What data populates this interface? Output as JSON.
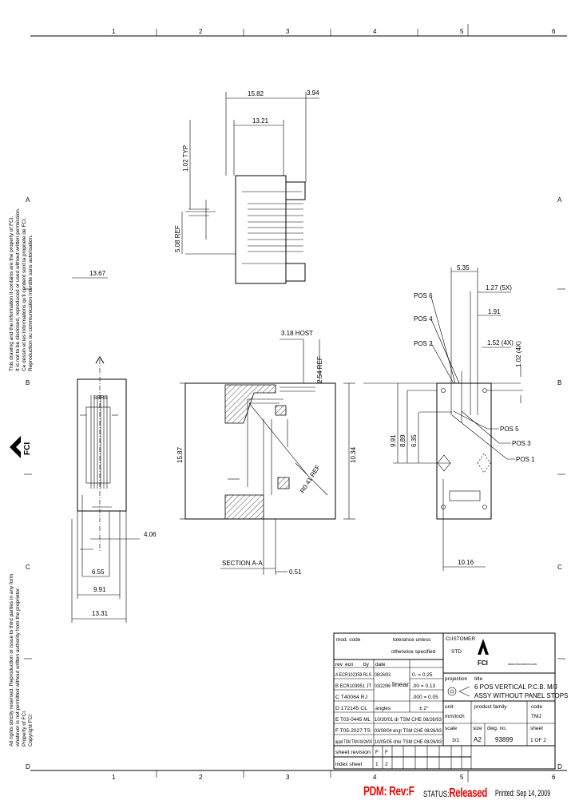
{
  "sheet": {
    "columns": [
      "1",
      "2",
      "3",
      "4",
      "5",
      "6"
    ],
    "rows": [
      "A",
      "B",
      "C",
      "D"
    ]
  },
  "notes": {
    "left_top": [
      "This drawing and the information it contains are the property of FCI.",
      "It is not to be disclosed, reproduced or used without written permission.",
      "Ce dessin et les informations qu'il contient sont la propriete de FCI.",
      "Reproduction ou communication interdite sans autorisation."
    ],
    "left_bottom": [
      "All rights strictly reserved. Reproduction or issue to third parties in any form",
      "whatever is not permitted without written authority from the proprietor.",
      "Property of FCI.",
      "Copyright FCI"
    ],
    "logo_text": "FCI"
  },
  "top_view": {
    "dims": [
      "15.82",
      "3.94",
      "13.21",
      "1.02 TYP",
      "5.08 REF",
      "13.67"
    ]
  },
  "side_view": {
    "label_sbrs": "SBRS",
    "dims": [
      "4.06",
      "6.55",
      "9.91",
      "13.31"
    ]
  },
  "section": {
    "dims": [
      "3.18 HOST",
      "2.54 REF",
      "15.87",
      "10.34",
      "R0.41 REF",
      "0.51"
    ],
    "title": "SECTION A-A"
  },
  "pin_view": {
    "dims": [
      "5.35",
      "1.27 (5X)",
      "1.91",
      "1.52 (4X)",
      "1.02 (4X)",
      "9.91",
      "8.89",
      "6.35",
      "10.16"
    ],
    "positions": [
      "POS 6",
      "POS 4",
      "POS 2",
      "POS 5",
      "POS 3",
      "POS 1"
    ]
  },
  "title_block": {
    "mod_code": "mod. code",
    "tolerance": [
      "tolerance unless",
      "otherwise specified"
    ],
    "customer_label": "CUSTOMER",
    "customer_value": "STD",
    "brand": "FCI",
    "brand_sub": "www.fciconnect.com",
    "rev_header": [
      "rev",
      "ecn",
      "by"
    ],
    "revisions": [
      {
        "rev": "A",
        "ecn": "ECR102359",
        "by": "RLS"
      },
      {
        "rev": "B",
        "ecn": "ECR103951",
        "by": "JT"
      },
      {
        "rev": "C",
        "ecn": "T40064",
        "by": "RJ"
      },
      {
        "rev": "D",
        "ecn": "172145",
        "by": "CL"
      },
      {
        "rev": "E",
        "ecn": "T03-0445",
        "by": "ML"
      },
      {
        "rev": "F",
        "ecn": "T05-2027",
        "by": "TS"
      }
    ],
    "date_header": "date",
    "dates": [
      "08/26/93",
      "03/22/96",
      "",
      "10/30/01",
      "03/08/04",
      "10/05/05"
    ],
    "linear": "linear",
    "tolerances": [
      "0. = 0.25",
      ".00 = 0.13",
      ".000 = 0.05"
    ],
    "angles_label": "angles",
    "angles_value": "± 2°",
    "signoffs": [
      {
        "role": "dr",
        "name": "TSM",
        "chk": "CHE",
        "date": "08/26/93"
      },
      {
        "role": "engr",
        "name": "TSM",
        "chk": "CHE",
        "date": "08/26/93"
      },
      {
        "role": "chkr",
        "name": "TSM",
        "chk": "CHE",
        "date": "08/26/93"
      },
      {
        "role": "appd",
        "name": "TSM",
        "chk": "TSM",
        "date": "08/26/93"
      }
    ],
    "projection_label": "projection",
    "title_label": "title",
    "title_lines": [
      "6 POS VERTICAL P.C.B. M/J",
      "ASSY WITHOUT PANEL STOPS"
    ],
    "unit_label": "unit",
    "unit_value": "mm/inch",
    "product_family_label": "product family",
    "code_label": "code",
    "code_value": "TMJ",
    "size_label": "size",
    "size_value": "A2",
    "dwg_label": "dwg. no.",
    "dwg_value": "93899",
    "scale_label": "scale",
    "scale_value": "3/1",
    "sheet_label": "sheet",
    "sheet_value": "1 OF 2",
    "sheet_revision_label": "sheet revision",
    "sheet_revision_values": [
      "F",
      "F"
    ],
    "index_sheet_label": "index sheet",
    "index_sheet_values": [
      "1",
      "2"
    ]
  },
  "footer": {
    "pdm": "PDM: Rev:F",
    "status_label": "STATUS:",
    "status_value": "Released",
    "printed": "Printed: Sep 14, 2009"
  },
  "colors": {
    "footer_red": "#ff0000"
  }
}
